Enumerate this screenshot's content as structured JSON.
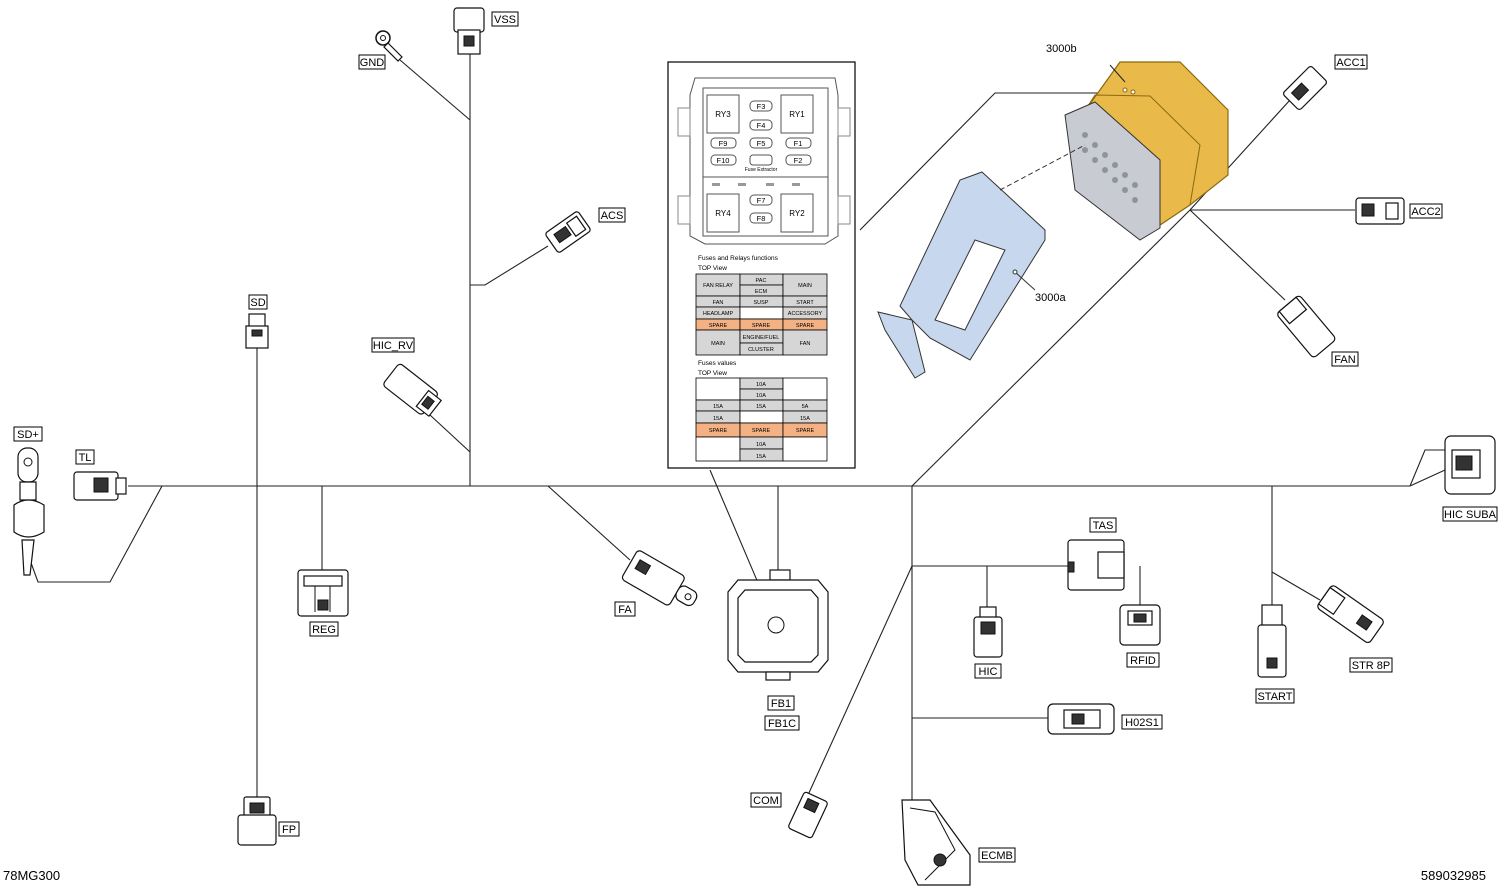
{
  "labels": {
    "gnd": "GND",
    "vss": "VSS",
    "acs": "ACS",
    "sd": "SD",
    "hic_rv": "HIC_RV",
    "sd_plus": "SD+",
    "tl": "TL",
    "reg": "REG",
    "fa": "FA",
    "fb1": "FB1",
    "fb1c": "FB1C",
    "fp": "FP",
    "com": "COM",
    "ecmb": "ECMB",
    "h02s1": "H02S1",
    "hic": "HIC",
    "tas": "TAS",
    "rfid": "RFID",
    "start": "START",
    "str8p": "STR 8P",
    "hic_suba": "HIC SUBA",
    "acc1": "ACC1",
    "acc2": "ACC2",
    "fan": "FAN",
    "p3000a": "3000a",
    "p3000b": "3000b"
  },
  "fusebox": {
    "relays": {
      "ry3": "RY3",
      "ry1": "RY1",
      "ry4": "RY4",
      "ry2": "RY2"
    },
    "fuses": {
      "f3": "F3",
      "f4": "F4",
      "f9": "F9",
      "f5": "F5",
      "f1": "F1",
      "f10": "F10",
      "f2": "F2",
      "f7": "F7",
      "f8": "F8"
    },
    "extractor": "Fuse Extractor"
  },
  "functions_table": {
    "title": "Fuses and Relays functions",
    "view": "TOP View",
    "cells": {
      "fan_relay": "FAN RELAY",
      "pac": "PAC",
      "ecm": "ECM",
      "main1": "MAIN",
      "fan1": "FAN",
      "susp": "SUSP",
      "start": "START",
      "headlamp": "HEADLAMP",
      "accessory": "ACCESSORY",
      "spare1": "SPARE",
      "spare2": "SPARE",
      "spare3": "SPARE",
      "main2": "MAIN",
      "engine_fuel": "ENGINE/FUEL",
      "cluster": "CLUSTER",
      "fan2": "FAN"
    }
  },
  "values_table": {
    "title": "Fuses values",
    "view": "TOP View",
    "cells": {
      "r1": "10A",
      "r2": "10A",
      "r3a": "15A",
      "r3b": "15A",
      "r3c": "5A",
      "r4a": "15A",
      "r4c": "15A",
      "r5a": "SPARE",
      "r5b": "SPARE",
      "r5c": "SPARE",
      "r6": "10A",
      "r7": "15A"
    }
  },
  "footer": {
    "left": "78MG300",
    "right": "589032985"
  },
  "colors": {
    "accent_orange": "#f4b183",
    "ecm_gold": "#e9b949",
    "bracket_blue": "#c7d7ee"
  }
}
